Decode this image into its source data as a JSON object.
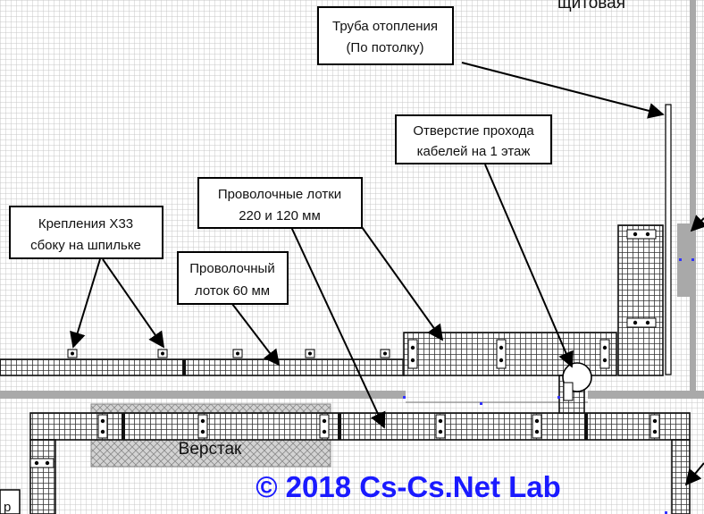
{
  "labels": {
    "room": "щитовая",
    "workbench": "Верстак",
    "copyright": "© 2018 Cs-Cs.Net Lab",
    "edge_char": "р"
  },
  "callouts": {
    "heating_pipe": [
      "Труба отопления",
      "(По потолку)"
    ],
    "cable_hole": [
      "Отверстие прохода",
      "кабелей на 1 этаж"
    ],
    "wire_trays": [
      "Проволочные лотки",
      "220 и 120 мм"
    ],
    "mounts": [
      "Крепления Х33",
      "сбоку на шпильке"
    ],
    "tray_60": [
      "Проволочный",
      "лоток 60 мм"
    ]
  },
  "colors": {
    "background": "#ffffff",
    "grid": "#c8c8c8",
    "wall": "#a9a9a9",
    "tray_mesh": "#333333",
    "bench_fill": "#d3d3d3",
    "copyright": "#1a1aff",
    "selection_marker": "#3333ff"
  }
}
